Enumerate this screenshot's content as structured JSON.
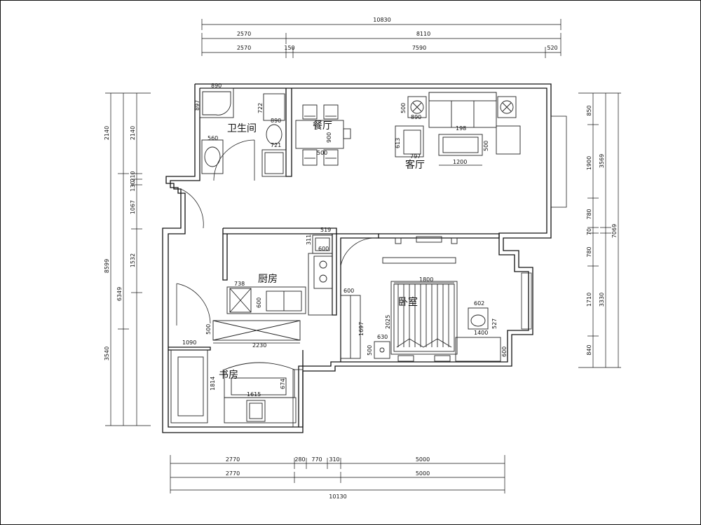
{
  "rooms": {
    "bathroom": "卫生间",
    "dining": "餐厅",
    "living": "客厅",
    "kitchen": "厨房",
    "bedroom": "卧室",
    "study": "书房"
  },
  "dims_top": {
    "total": "10830",
    "row2": [
      "2570",
      "8110"
    ],
    "row3": [
      "2570",
      "150",
      "7590",
      "520"
    ]
  },
  "dims_bottom": {
    "row1": [
      "2770",
      "280",
      "770",
      "310",
      "5000"
    ],
    "row2": [
      "2770",
      "5000"
    ],
    "total": "10130"
  },
  "dims_left": {
    "outer": [
      "2140",
      "8599",
      "3540"
    ],
    "inner": [
      "2140",
      "210",
      "130",
      "1067",
      "1532",
      "6349"
    ]
  },
  "dims_right": {
    "outer": [
      "3569",
      "7069",
      "3330"
    ],
    "inner": [
      "850",
      "1900",
      "780",
      "70",
      "780",
      "1710",
      "840"
    ]
  },
  "furniture": {
    "shower": [
      "890",
      "897"
    ],
    "basin": "560",
    "wc": [
      "722",
      "890",
      "721"
    ],
    "dining": [
      "900",
      "500"
    ],
    "living": [
      "500",
      "890",
      "198",
      "500",
      "613",
      "1200",
      "797"
    ],
    "kitchen": [
      "519",
      "311",
      "600",
      "738",
      "600",
      "500",
      "2230"
    ],
    "bedroom": [
      "1800",
      "2025",
      "630",
      "600",
      "1697",
      "500",
      "602",
      "1400",
      "527",
      "600"
    ],
    "study": [
      "1090",
      "1814",
      "1615",
      "674"
    ]
  }
}
